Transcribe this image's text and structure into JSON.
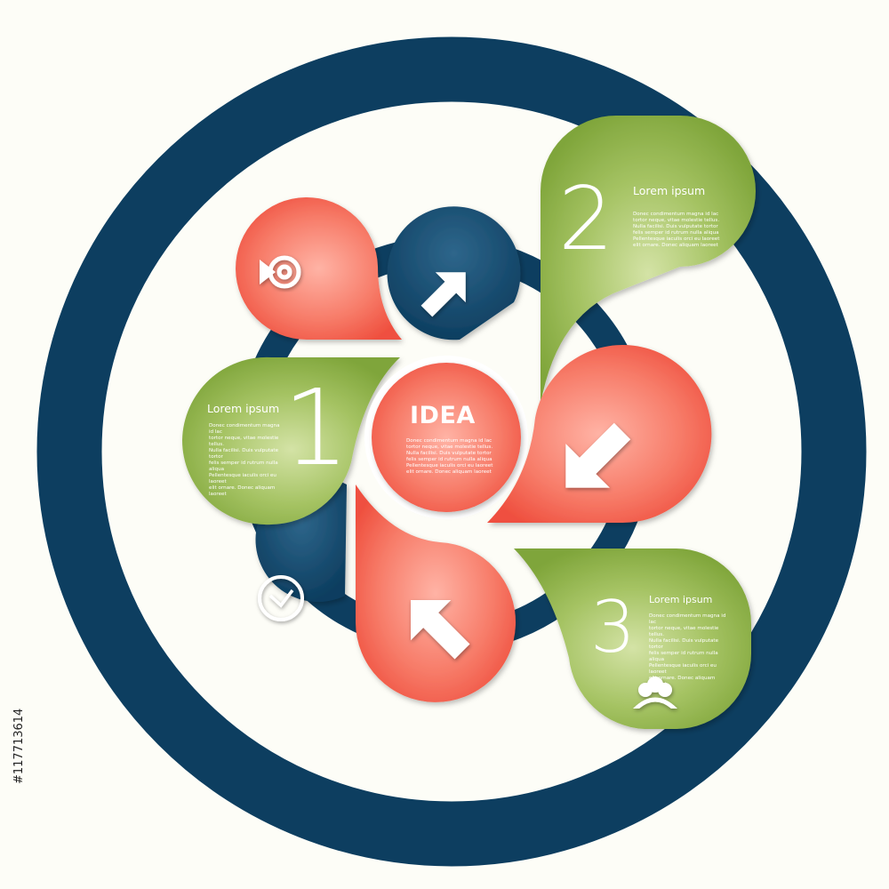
{
  "colors": {
    "navy": "#0d3e60",
    "green": "#8bb240",
    "coral": "#f25f4e",
    "background": "#fdfdf7"
  },
  "center": {
    "title": "IDEA",
    "text": "Donec condimentum magna id lac\ntortor neque, vitae molestie tellus.\nNulla facilisi. Duis vulputate tortor\nfelis semper id rutrum nulla aliqua\nPellentesque iaculis orci eu laoreet\nelit ornare. Donec aliquam laoreet"
  },
  "steps": [
    {
      "number": "1",
      "heading": "Lorem ipsum",
      "text": "Donec condimentum magna id lac\ntortor neque, vitae molestie tellus.\nNulla facilisi. Duis vulputate tortor\nfelis semper id rutrum nulla aliqua\nPellentesque iaculis orci eu laoreet\nelit ornare. Donec aliquam laoreet"
    },
    {
      "number": "2",
      "heading": "Lorem ipsum",
      "text": "Donec condimentum magna id lac\ntortor neque, vitae molestie tellus.\nNulla facilisi. Duis vulputate tortor\nfelis semper id rutrum nulla aliqua\nPellentesque iaculis orci eu laoreet\nelit ornare. Donec aliquam laoreet"
    },
    {
      "number": "3",
      "heading": "Lorem ipsum",
      "text": "Donec condimentum magna id lac\ntortor neque, vitae molestie tellus.\nNulla facilisi. Duis vulputate tortor\nfelis semper id rutrum nulla aliqua\nPellentesque iaculis orci eu laoreet\nelit ornare. Donec aliquam laoreet"
    }
  ],
  "icons": [
    "target-icon",
    "arrow-up-right-icon",
    "arrow-down-left-icon",
    "arrow-up-left-icon",
    "clock-icon",
    "cloud-icon"
  ],
  "stock_id": "#117713614"
}
